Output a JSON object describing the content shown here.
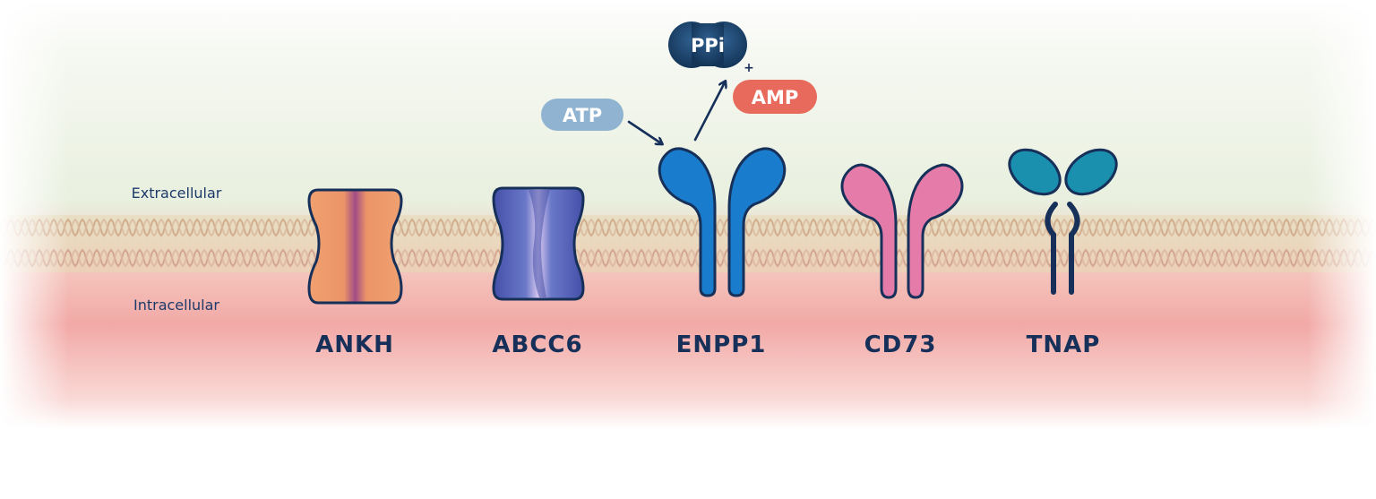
{
  "regions": {
    "extracellular": "Extracellular",
    "intracellular": "Intracellular"
  },
  "proteins": {
    "ankh": "ANKH",
    "abcc6": "ABCC6",
    "enpp1": "ENPP1",
    "cd73": "CD73",
    "tnap": "TNAP"
  },
  "molecules": {
    "atp": "ATP",
    "ppi": "PPi",
    "plus": "+",
    "amp": "AMP"
  },
  "colors": {
    "ankh": "#f0a070",
    "abcc6": "#4550a8",
    "enpp1": "#1a7ccc",
    "cd73": "#e57ba8",
    "tnap": "#1b8fae",
    "atp": "#8fb3d0",
    "ppi": "#1a3f68",
    "amp": "#e86a5c",
    "outline": "#16305a"
  }
}
